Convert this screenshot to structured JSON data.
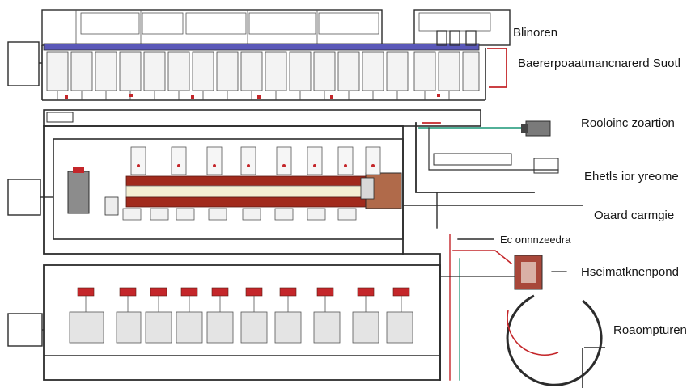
{
  "labels": {
    "top_right": "Blinoren",
    "header": "Baererpoaatmancnarerd Suotl",
    "side_right_1": "Rooloinc zoartion",
    "side_right_2": "Ehetls ior yreome",
    "side_right_3": "Oaard carmgie",
    "mid_right": "Ec onnnzeedra",
    "mid_right_2": "Hseimatknenpond",
    "bottom_right": "Roaompturen"
  },
  "colors": {
    "line": "#2c2c2c",
    "red_bus": "#a12a1c",
    "cream": "#f4efd3",
    "blue_bus": "#5a58b8",
    "teal_wire": "#3aa58a",
    "red_wire": "#c4262a",
    "module_fill": "#e4e4e4"
  }
}
